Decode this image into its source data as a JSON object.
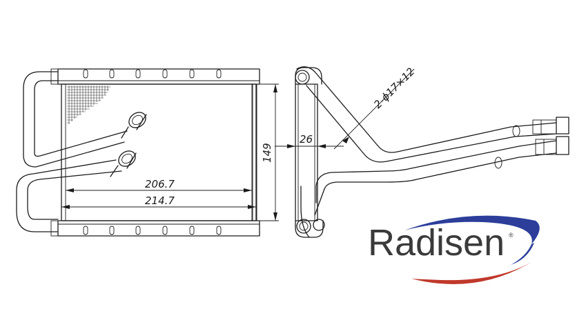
{
  "dimensions": {
    "inner_width": "206.7",
    "outer_width": "214.7",
    "core_height": "149",
    "depth": "26",
    "pipe_spec": "2-ϕ17×12"
  },
  "brand": {
    "name": "Radisen",
    "registered_mark": "®",
    "swoosh_colors": [
      "#c0392b",
      "#2c3e9a"
    ],
    "text_color": "#3a3a3a"
  }
}
